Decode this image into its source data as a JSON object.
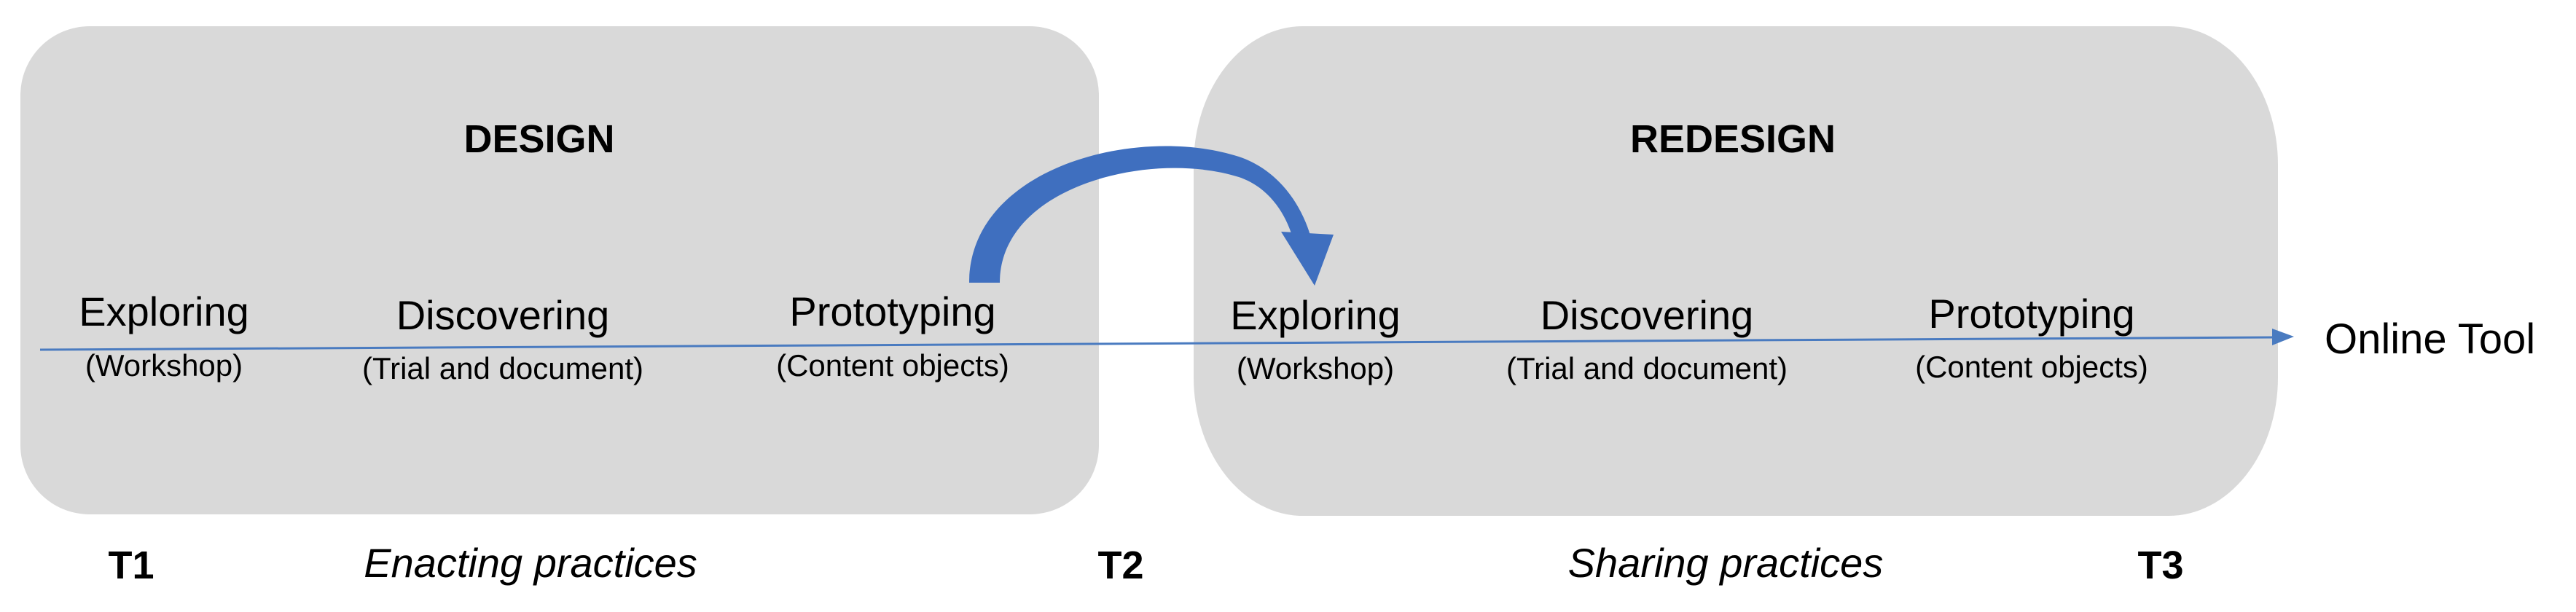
{
  "design": {
    "title": "DESIGN",
    "phases": [
      {
        "label": "Exploring",
        "sub": "(Workshop)"
      },
      {
        "label": "Discovering",
        "sub": "(Trial and document)"
      },
      {
        "label": "Prototyping",
        "sub": "(Content objects)"
      }
    ]
  },
  "redesign": {
    "title": "REDESIGN",
    "phases": [
      {
        "label": "Exploring",
        "sub": "(Workshop)"
      },
      {
        "label": "Discovering",
        "sub": "(Trial and document)"
      },
      {
        "label": "Prototyping",
        "sub": "(Content objects)"
      }
    ]
  },
  "end_label": "Online Tool",
  "timeline": {
    "t1": "T1",
    "t2": "T2",
    "t3": "T3",
    "practice_1": "Enacting practices",
    "practice_2": "Sharing practices"
  },
  "colors": {
    "panel": "#d9d9d9",
    "timeline_line": "#4a7bc0",
    "curved_arrow": "#3f6fbf"
  }
}
